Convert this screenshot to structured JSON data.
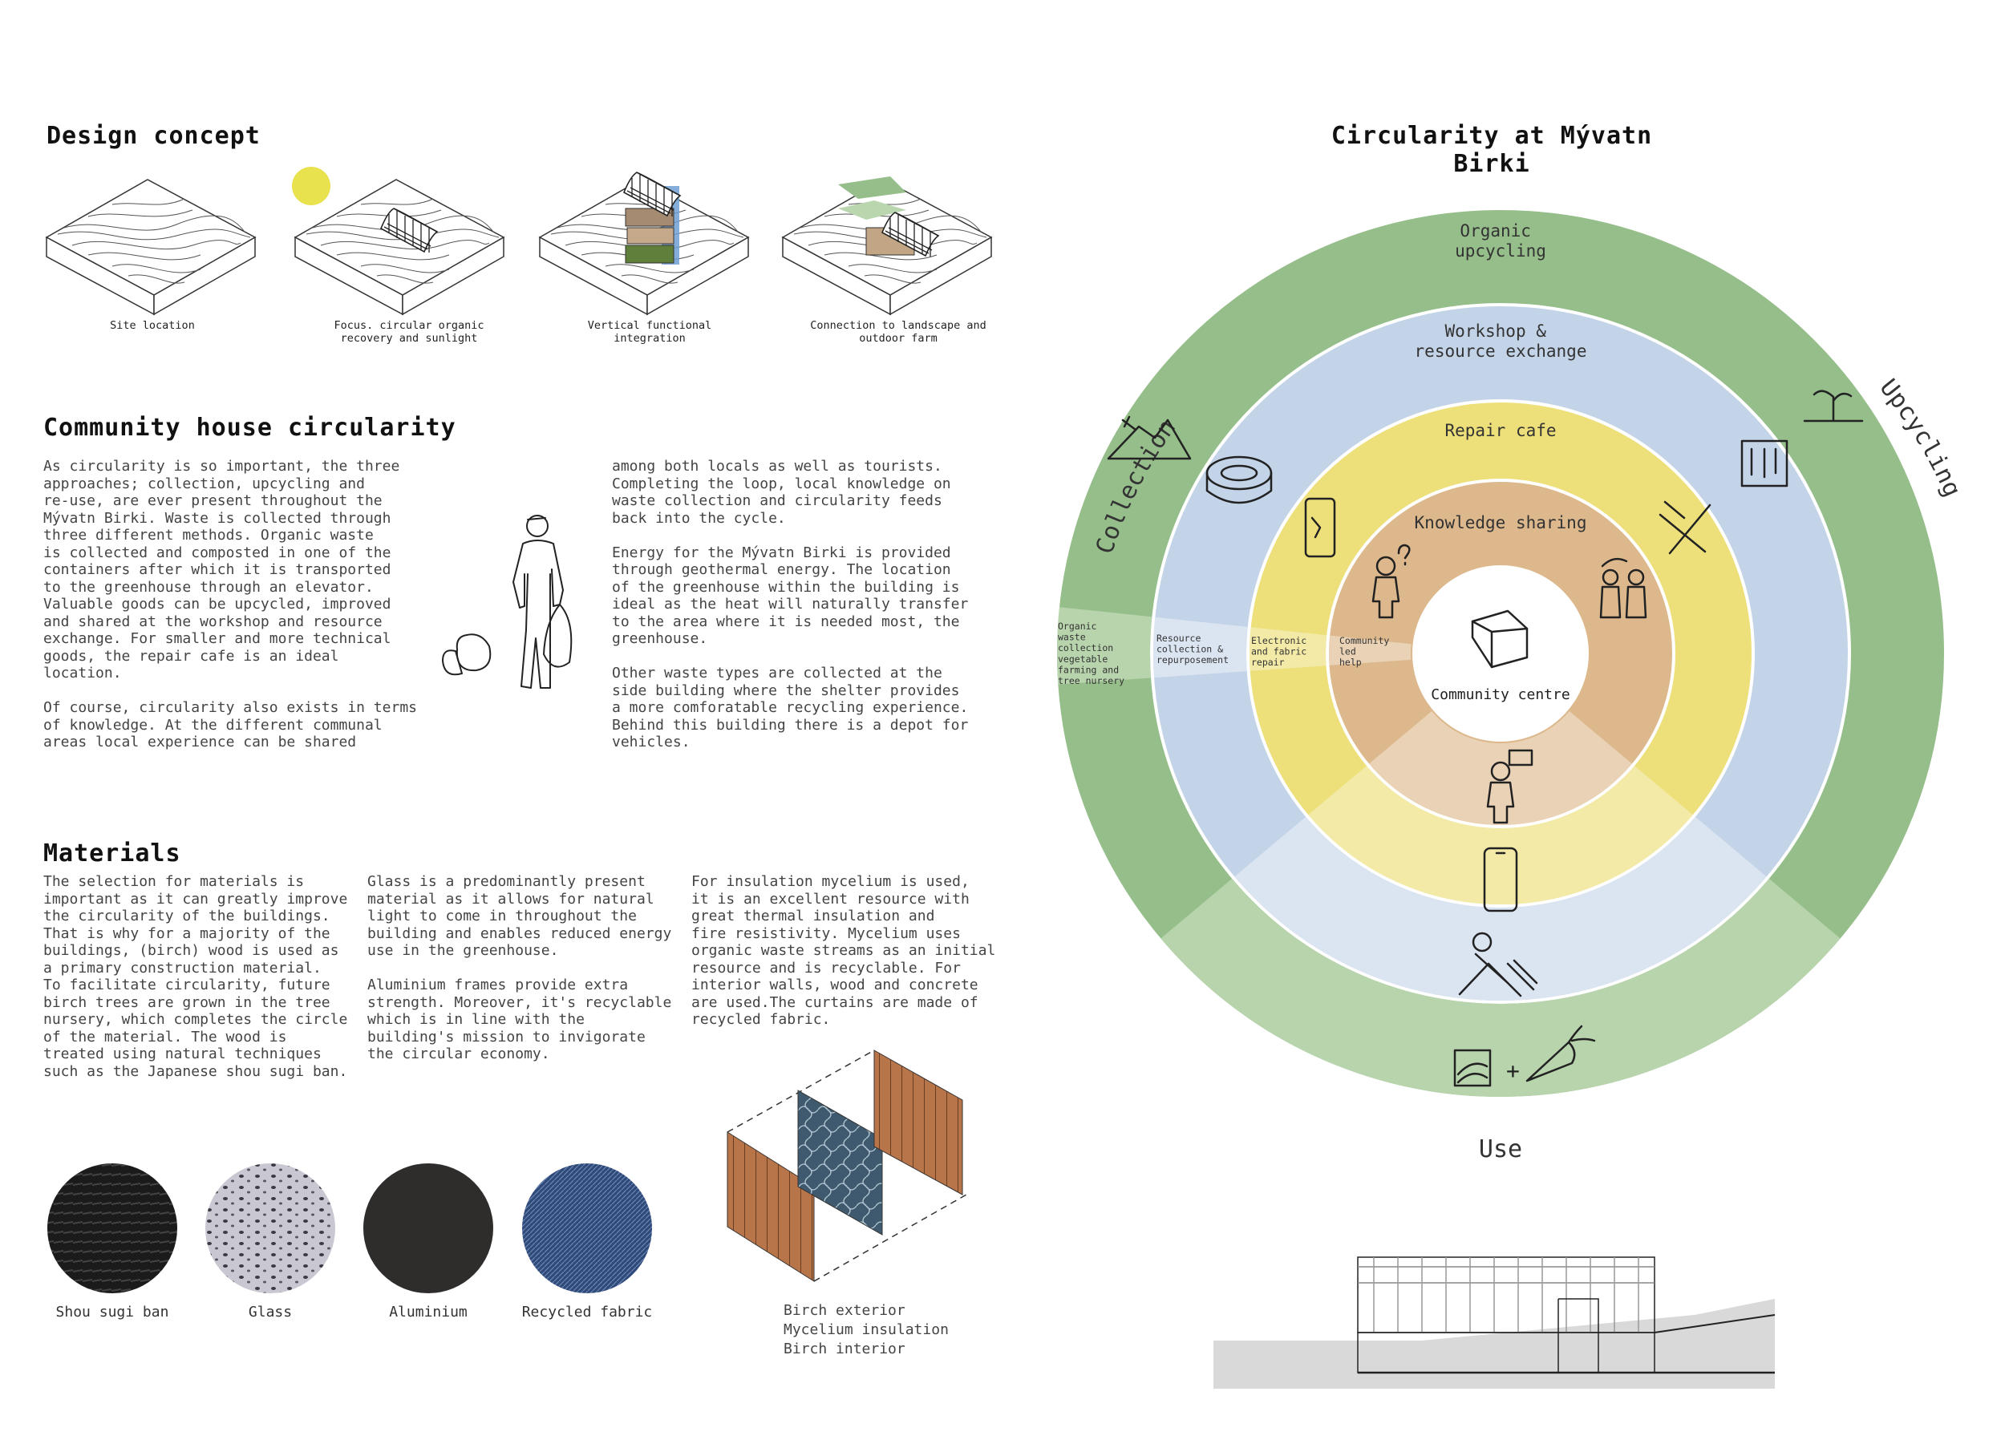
{
  "design_concept": {
    "title": "Design concept",
    "steps": [
      {
        "caption": "Site location"
      },
      {
        "caption": "Focus. circular organic\nrecovery and sunlight"
      },
      {
        "caption": "Vertical functional\nintegration"
      },
      {
        "caption": "Connection to landscape and\noutdoor farm"
      }
    ]
  },
  "community": {
    "title": "Community house circularity",
    "col1": "As circularity is so important, the three\napproaches; collection, upcycling and\nre-use, are ever present throughout the\nMývatn Birki. Waste is collected through\nthree different methods. Organic waste\nis collected and composted in one of the\ncontainers after which it is transported\nto the greenhouse through an elevator.\nValuable goods can be upcycled, improved\nand shared at the workshop and resource\nexchange. For smaller and more technical\ngoods, the repair cafe is an ideal\nlocation.\n\nOf course, circularity also exists in terms\nof knowledge. At the different communal\nareas local experience can be shared",
    "col2": "among both locals as well as tourists.\nCompleting the loop, local knowledge on\nwaste collection and circularity feeds\nback into the cycle.\n\nEnergy for the Mývatn Birki is provided\nthrough geothermal energy. The location\nof the greenhouse within the building is\nideal as the heat will naturally transfer\nto the area where it is needed most, the\ngreenhouse.\n\nOther waste types are collected at the\nside building where the shelter provides\na more comforatable recycling experience.\nBehind this building there is a depot for\nvehicles."
  },
  "materials": {
    "title": "Materials",
    "col1": "The selection for materials is\nimportant as it can greatly improve\nthe circularity of the buildings.\nThat is why for a majority of the\nbuildings, (birch) wood is used as\na primary construction material.\nTo facilitate circularity, future\nbirch trees are grown in the tree\nnursery, which completes the circle\nof the material. The wood is\ntreated using natural techniques\nsuch as the Japanese shou sugi ban.",
    "col2": "Glass is a predominantly present\nmaterial as it allows for natural\nlight to come in throughout the\nbuilding and enables reduced energy\nuse in the greenhouse.\n\nAluminium frames provide extra\nstrength. Moreover, it's recyclable\nwhich is in line with the\nbuilding's mission to invigorate\nthe circular economy.",
    "col3": "For insulation mycelium is used,\nit is an excellent resource with\ngreat thermal insulation and\nfire resistivity. Mycelium uses\norganic waste streams as an initial\nresource and is recyclable. For\ninterior walls, wood and concrete\nare used.The curtains are made of\nrecycled fabric.",
    "swatches": [
      {
        "label": "Shou sugi ban",
        "color": "#1b1b1b"
      },
      {
        "label": "Glass",
        "color": "#c9c7d1"
      },
      {
        "label": "Aluminium",
        "color": "#2f2c2c"
      },
      {
        "label": "Recycled fabric",
        "color": "#2f4a78"
      }
    ],
    "layers": "Birch exterior\nMycelium insulation\nBirch interior"
  },
  "circularity": {
    "title": "Circularity at Mývatn Birki",
    "rings": {
      "outer": "Organic\nupcycling",
      "second": "Workshop &\nresource exchange",
      "third": "Repair cafe",
      "inner": "Knowledge sharing",
      "center": "Community centre"
    },
    "sectors": {
      "left": "Collection",
      "right": "Upcycling",
      "bottom": "Use"
    },
    "band_labels": {
      "outer": "Organic\nwaste\ncollection\nvegetable\nfarming and\ntree nursery",
      "second": "Resource\ncollection &\nrepurposement",
      "third": "Electronic\nand fabric\nrepair",
      "inner": "Community\nled\nhelp"
    },
    "colors": {
      "green": "#96be8a",
      "blue": "#c3d3e8",
      "yellow": "#ede07a",
      "tan": "#dcb88c",
      "green_light": "#b8d4ad",
      "blue_light": "#dbe4f1",
      "yellow_light": "#f2eaa6",
      "tan_light": "#e9d2b5"
    }
  }
}
